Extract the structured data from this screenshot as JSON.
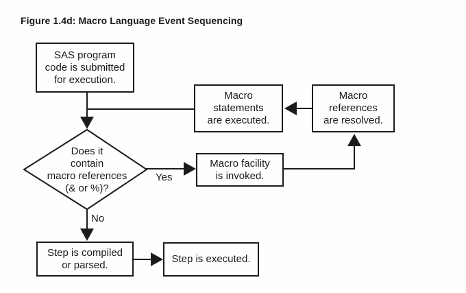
{
  "title": "Figure 1.4d: Macro Language Event Sequencing",
  "colors": {
    "background": "#fefefe",
    "line": "#1c1c1c",
    "text": "#1a1a1a",
    "node_fill": "#fefefe"
  },
  "diagram": {
    "type": "flowchart",
    "nodes": {
      "sas_program": {
        "shape": "rect",
        "lines": [
          "SAS program",
          "code is submitted",
          "for execution."
        ]
      },
      "macro_statements": {
        "shape": "rect",
        "lines": [
          "Macro",
          "statements",
          "are executed."
        ]
      },
      "macro_references": {
        "shape": "rect",
        "lines": [
          "Macro",
          "references",
          "are resolved."
        ]
      },
      "decision": {
        "shape": "diamond",
        "lines": [
          "Does it",
          "contain",
          "macro references",
          "(& or %)?"
        ]
      },
      "macro_facility": {
        "shape": "rect",
        "lines": [
          "Macro facility",
          "is invoked."
        ]
      },
      "step_compiled": {
        "shape": "rect",
        "lines": [
          "Step is compiled",
          "or parsed."
        ]
      },
      "step_executed": {
        "shape": "rect",
        "lines": [
          "Step is executed."
        ]
      }
    },
    "edge_labels": {
      "yes": "Yes",
      "no": "No"
    },
    "edges": [
      {
        "from": "sas_program",
        "to": "decision"
      },
      {
        "from": "macro_statements",
        "to": "decision"
      },
      {
        "from": "decision",
        "to": "macro_facility",
        "label": "Yes"
      },
      {
        "from": "macro_facility",
        "to": "macro_references"
      },
      {
        "from": "macro_references",
        "to": "macro_statements"
      },
      {
        "from": "decision",
        "to": "step_compiled",
        "label": "No"
      },
      {
        "from": "step_compiled",
        "to": "step_executed"
      }
    ]
  }
}
